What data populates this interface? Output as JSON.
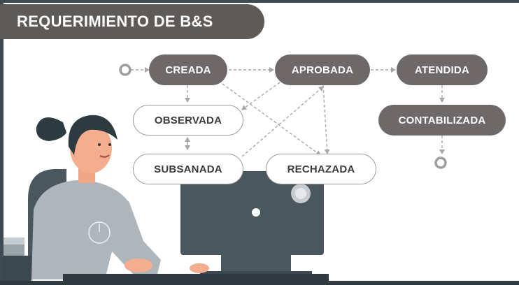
{
  "title": "REQUERIMIENTO DE B&S",
  "states": {
    "creada": "CREADA",
    "aprobada": "APROBADA",
    "atendida": "ATENDIDA",
    "observada": "OBSERVADA",
    "contabilizada": "CONTABILIZADA",
    "subsanada": "SUBSANADA",
    "rechazada": "RECHAZADA"
  },
  "transitions": [
    [
      "start",
      "creada"
    ],
    [
      "creada",
      "aprobada"
    ],
    [
      "aprobada",
      "atendida"
    ],
    [
      "atendida",
      "contabilizada"
    ],
    [
      "contabilizada",
      "end"
    ],
    [
      "creada",
      "observada"
    ],
    [
      "creada",
      "rechazada"
    ],
    [
      "aprobada",
      "observada"
    ],
    [
      "aprobada",
      "rechazada"
    ],
    [
      "observada",
      "subsanada"
    ],
    [
      "subsanada",
      "observada"
    ],
    [
      "subsanada",
      "aprobada"
    ]
  ],
  "colors": {
    "filled_node": "#6e6968",
    "outline_node_border": "#9a9a9a",
    "arrow": "#a8a8a8",
    "banner": "#5d5a58",
    "frame": "#3e4a52"
  }
}
